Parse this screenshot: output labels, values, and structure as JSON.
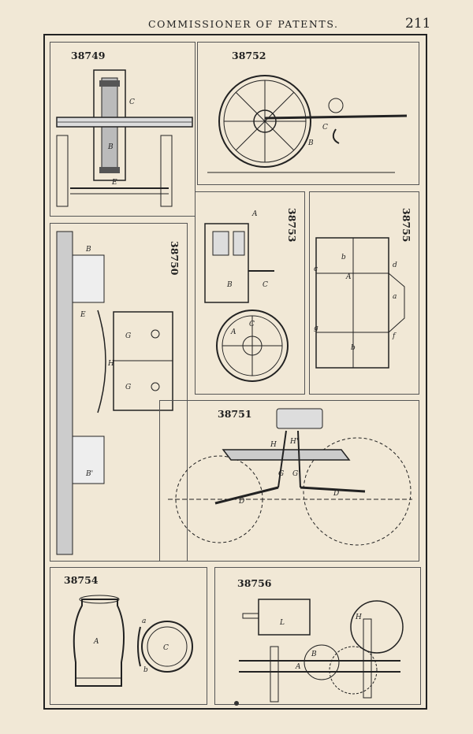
{
  "header": {
    "running_title": "COMMISSIONER OF PATENTS.",
    "page_number": "211"
  },
  "figures": [
    {
      "id": "38749",
      "labels": [
        "C",
        "B",
        "E"
      ]
    },
    {
      "id": "38752",
      "labels": [
        "C",
        "B"
      ]
    },
    {
      "id": "38750",
      "labels": [
        "B",
        "E",
        "G",
        "H",
        "G",
        "B'"
      ]
    },
    {
      "id": "38753",
      "labels": [
        "A",
        "B",
        "C",
        "A",
        "C"
      ]
    },
    {
      "id": "38755",
      "labels": [
        "a",
        "d",
        "b",
        "A",
        "b",
        "f",
        "g",
        "c"
      ]
    },
    {
      "id": "38751",
      "labels": [
        "H",
        "H'",
        "G",
        "G'",
        "D",
        "D"
      ]
    },
    {
      "id": "38754",
      "labels": [
        "A",
        "a",
        "C",
        "b"
      ]
    },
    {
      "id": "38756",
      "labels": [
        "L",
        "H",
        "B",
        "A"
      ]
    }
  ]
}
